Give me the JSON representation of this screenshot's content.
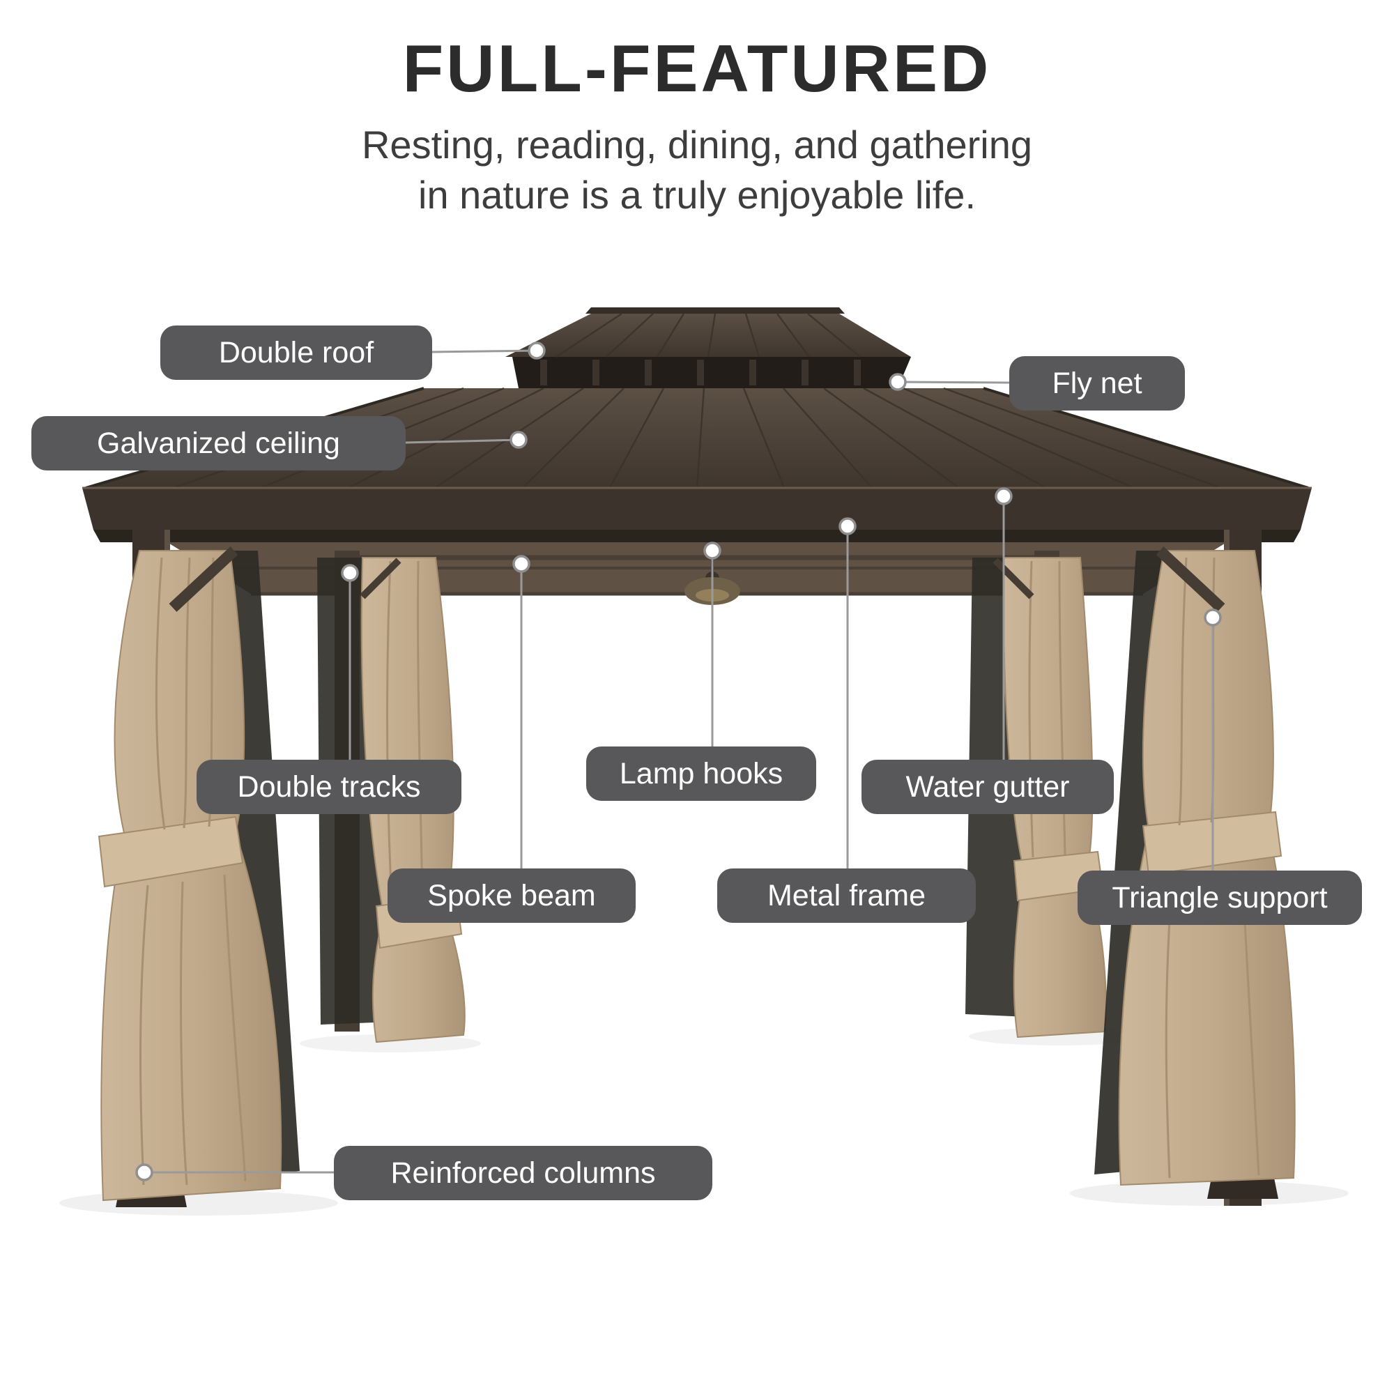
{
  "header": {
    "title": "FULL-FEATURED",
    "subtitle_line1": "Resting, reading, dining, and gathering",
    "subtitle_line2": "in nature is a truly enjoyable life."
  },
  "callouts": [
    {
      "label": "Double roof"
    },
    {
      "label": "Fly net"
    },
    {
      "label": "Galvanized ceiling"
    },
    {
      "label": "Double tracks"
    },
    {
      "label": "Lamp hooks"
    },
    {
      "label": "Water gutter"
    },
    {
      "label": "Spoke beam"
    },
    {
      "label": "Metal frame"
    },
    {
      "label": "Triangle support"
    },
    {
      "label": "Reinforced columns"
    }
  ],
  "colors": {
    "callout_pill_background": "#58585a",
    "callout_pill_text": "#ffffff",
    "roof_brown": "#4b4138",
    "curtain_tan": "#c3ac8e",
    "title_text": "#2c2c2c",
    "background": "#ffffff"
  },
  "illustration": {
    "subject": "hardtop gazebo with double metal roof, mesh netting and tied tan curtains"
  }
}
